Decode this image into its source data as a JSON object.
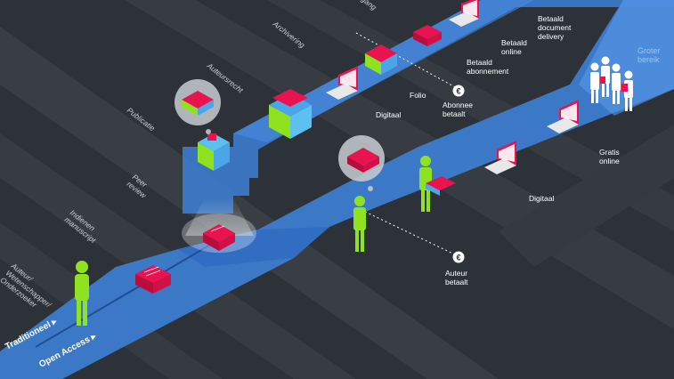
{
  "tracks": {
    "traditional": "Traditioneel ▸",
    "open_access": "Open Access ▸"
  },
  "stages": {
    "author": [
      "Auteur/",
      "Wetenschapper/",
      "Onderzoeker"
    ],
    "submit": [
      "Indienen",
      "manuscript"
    ],
    "peer_review": [
      "Peer",
      "review"
    ],
    "publication": "Publicatie",
    "copyright": "Auteursrecht",
    "archiving": "Archivering",
    "access": "gang"
  },
  "traditional_labels": {
    "digital": "Digitaal",
    "folio": "Folio",
    "subscriber_pays": [
      "Abonnee",
      "betaalt"
    ],
    "paid_subscription": [
      "Betaald",
      "abonnement"
    ],
    "paid_online": [
      "Betaald",
      "online"
    ],
    "paid_document_delivery": [
      "Betaald",
      "document",
      "delivery"
    ]
  },
  "open_access_labels": {
    "digital": "Digitaal",
    "free_online": [
      "Gratis",
      "online"
    ],
    "author_pays": [
      "Auteur",
      "betaalt"
    ]
  },
  "reach_label": [
    "Groter",
    "bereik"
  ],
  "currency_symbol": "€",
  "colors": {
    "background": "#2c3237",
    "band_light": "#3a4046",
    "road": "#3d7fd6",
    "road_dark": "#2f6ac0",
    "figure": "#8fe21f",
    "book": "#e8134f",
    "laptop": "#e8134f",
    "cube_green": "#8fe21f",
    "cube_blue": "#4aa6e8"
  }
}
